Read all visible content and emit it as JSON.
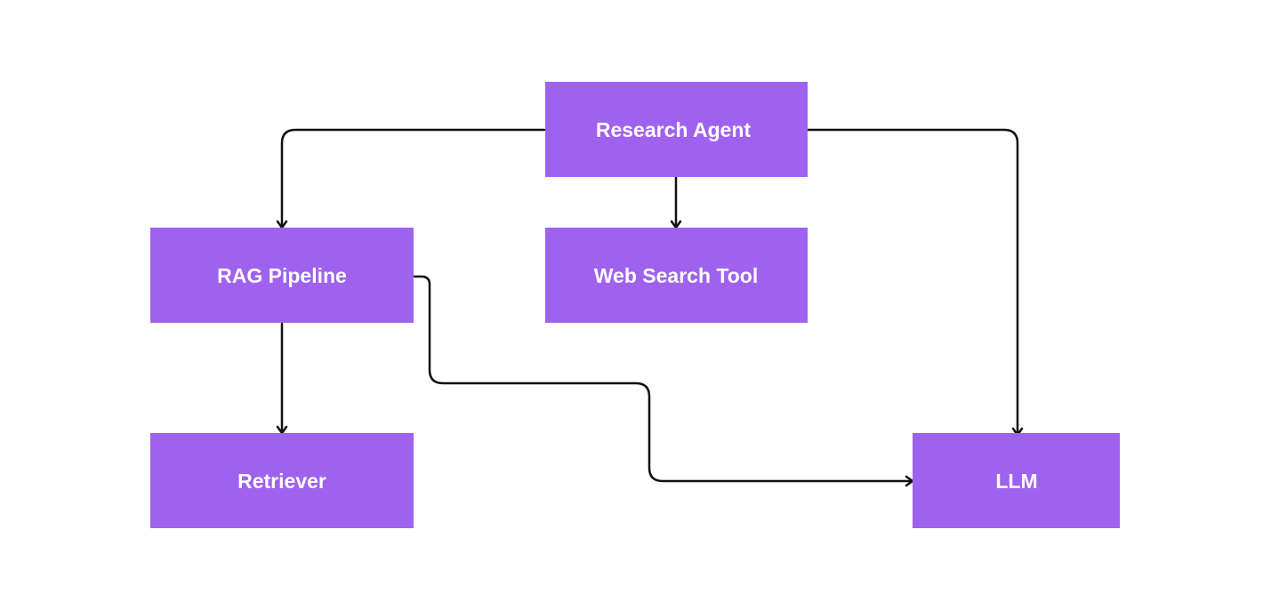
{
  "diagram": {
    "nodes": [
      {
        "id": "research_agent",
        "label": "Research Agent"
      },
      {
        "id": "rag_pipeline",
        "label": "RAG Pipeline"
      },
      {
        "id": "web_search_tool",
        "label": "Web Search Tool"
      },
      {
        "id": "retriever",
        "label": "Retriever"
      },
      {
        "id": "llm",
        "label": "LLM"
      }
    ],
    "edges": [
      {
        "from": "research_agent",
        "to": "rag_pipeline"
      },
      {
        "from": "research_agent",
        "to": "web_search_tool"
      },
      {
        "from": "research_agent",
        "to": "llm"
      },
      {
        "from": "rag_pipeline",
        "to": "retriever"
      },
      {
        "from": "rag_pipeline",
        "to": "llm"
      }
    ],
    "colors": {
      "node_fill": "#9f62ee",
      "node_text": "#ffffff",
      "edge": "#111111",
      "background": "#ffffff"
    }
  }
}
